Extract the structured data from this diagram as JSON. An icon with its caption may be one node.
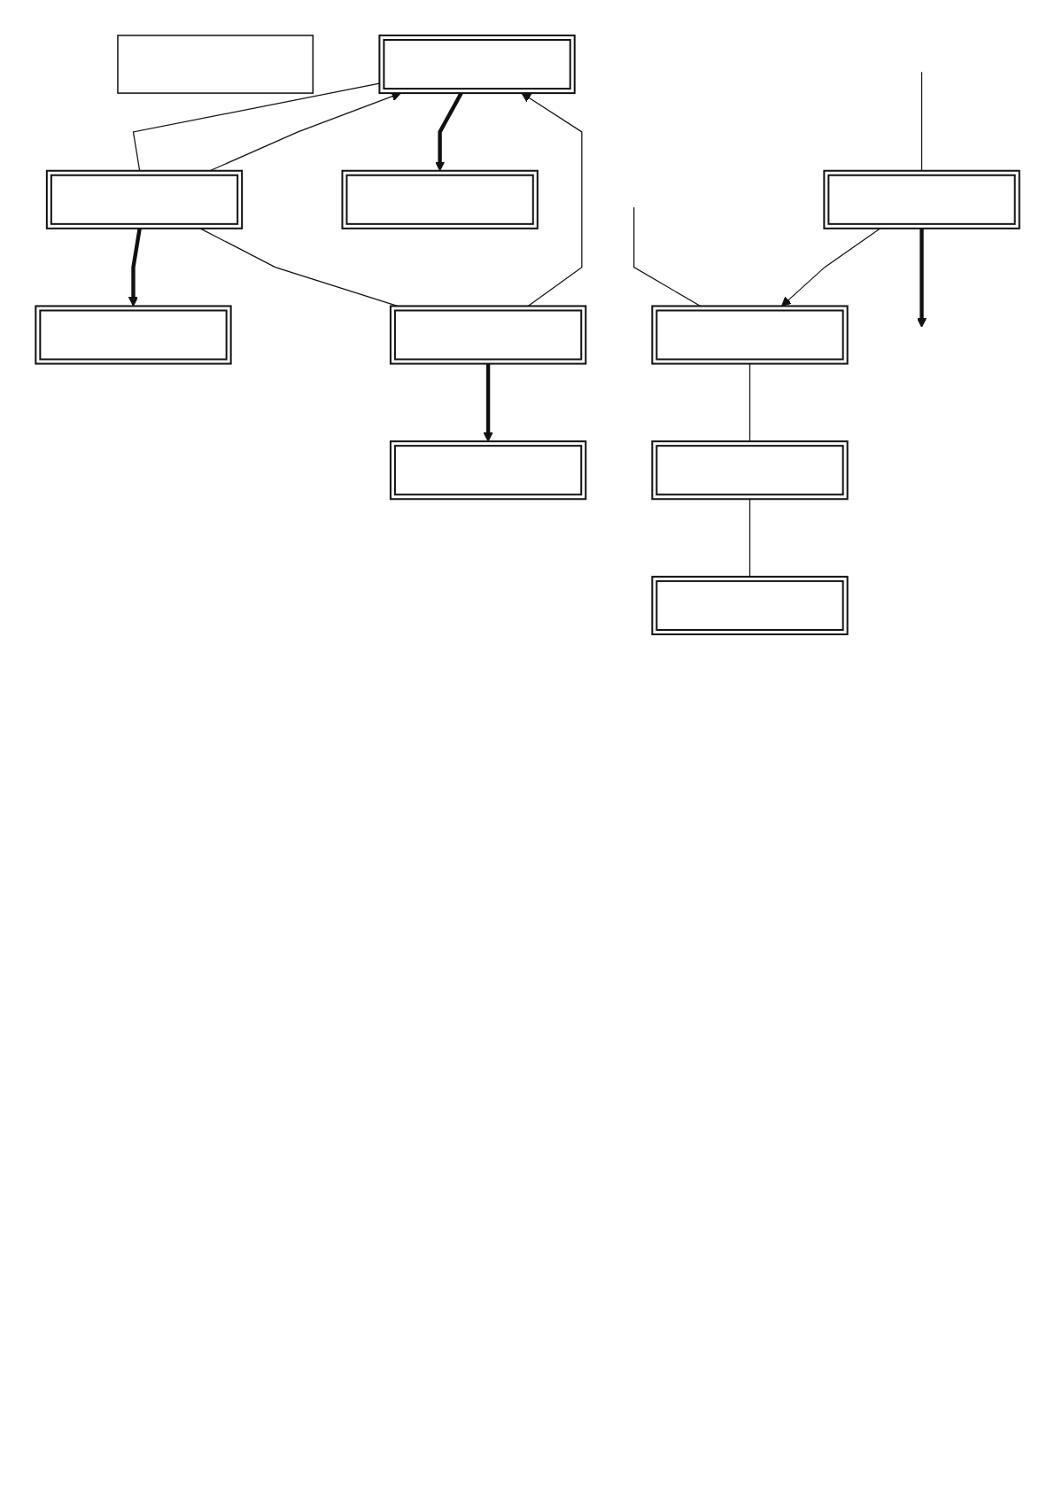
{
  "diagram": {
    "nodes": [
      {
        "text": [],
        "shape": "box"
      },
      {
        "text": [],
        "shape": "box"
      },
      {
        "text": [],
        "shape": "box"
      },
      {
        "text": [],
        "shape": "box"
      },
      {
        "text": [],
        "shape": "box"
      },
      {
        "text": [],
        "shape": "box"
      },
      {
        "text": [],
        "shape": "box"
      },
      {
        "text": [],
        "shape": "box"
      },
      {
        "text": [],
        "shape": "box"
      },
      {
        "text": [],
        "shape": "box"
      },
      {
        "text": [],
        "shape": "box"
      }
    ],
    "edges": [
      {
        "from": null,
        "to": 8,
        "arrow": "none"
      },
      {
        "from": null,
        "to": 1,
        "arrow": "none"
      },
      {
        "from": 1,
        "to": 8,
        "arrow": "to"
      },
      {
        "from": 1,
        "to": null,
        "arrow": "to",
        "style": "thick"
      },
      {
        "from": 4,
        "to": 2,
        "arrow": "to"
      },
      {
        "from": 6,
        "to": 2,
        "arrow": "to"
      },
      {
        "from": 2,
        "to": 4,
        "arrow": "none"
      },
      {
        "from": 4,
        "to": 6,
        "arrow": "none"
      },
      {
        "from": 2,
        "to": 3,
        "arrow": "to",
        "style": "thick"
      },
      {
        "from": 4,
        "to": 5,
        "arrow": "to",
        "style": "thick"
      },
      {
        "from": 6,
        "to": 7,
        "arrow": "to",
        "style": "thick"
      },
      {
        "from": 8,
        "to": 9,
        "arrow": "none"
      },
      {
        "from": 9,
        "to": 10,
        "arrow": "none"
      }
    ]
  }
}
